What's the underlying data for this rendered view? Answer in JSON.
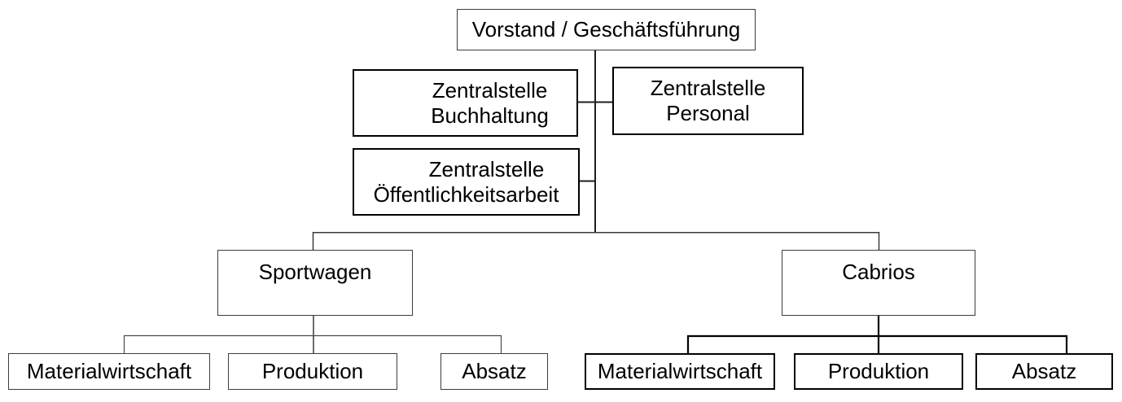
{
  "nodes": {
    "vorstand": {
      "label": "Vorstand / Geschäftsführung"
    },
    "buchhaltung": {
      "line1": "Zentralstelle",
      "line2": "Buchhaltung"
    },
    "personal": {
      "line1": "Zentralstelle",
      "line2": "Personal"
    },
    "oeffentlichkeitsarbeit": {
      "line1": "Zentralstelle",
      "line2": "Öffentlichkeitsarbeit"
    },
    "sportwagen": {
      "label": "Sportwagen"
    },
    "cabrios": {
      "label": "Cabrios"
    },
    "sportwagen_children": [
      "Materialwirtschaft",
      "Produktion",
      "Absatz"
    ],
    "cabrios_children": [
      "Materialwirtschaft",
      "Produktion",
      "Absatz"
    ]
  },
  "colors": {
    "background": "#ffffff",
    "text": "#000000",
    "thin_line": "#3a3a3a",
    "thick_line": "#000000"
  }
}
